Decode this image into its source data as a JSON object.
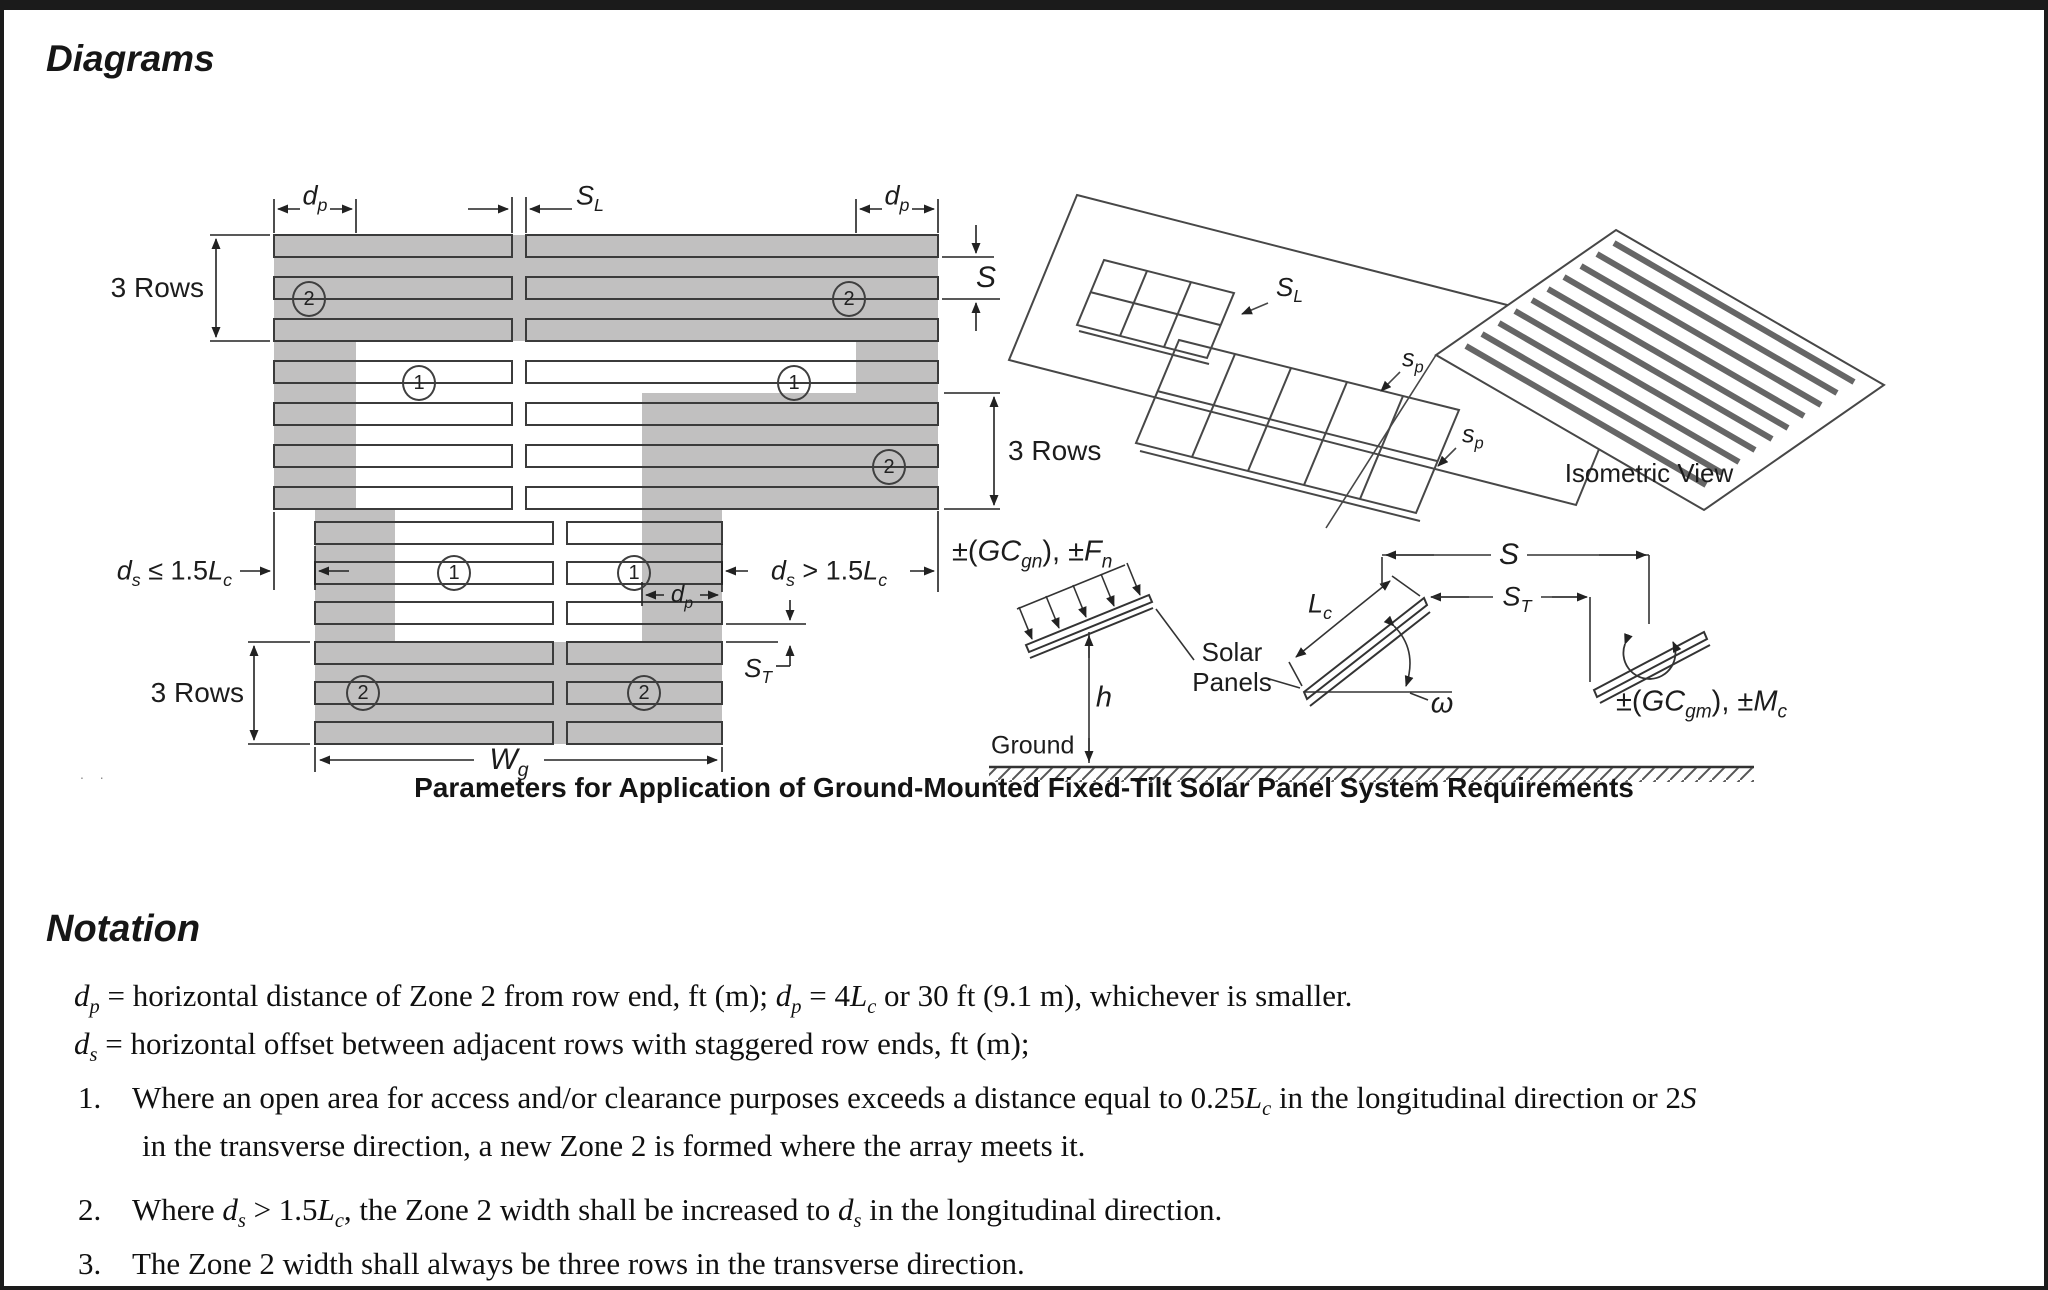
{
  "page": {
    "heading": "Diagrams",
    "notation_heading": "Notation",
    "caption": "Parameters for Application of Ground-Mounted Fixed-Tilt Solar Panel System Requirements",
    "artifact_dots": ". ."
  },
  "symbols": {
    "rows3": "3 Rows",
    "s": "S",
    "h": "h",
    "omega": "ω",
    "zone1": "1",
    "zone2": "2",
    "dp": [
      {
        "t": "d",
        "i": true
      },
      {
        "t": "p",
        "i": true,
        "sub": true
      }
    ],
    "sl": [
      {
        "t": "S",
        "i": true
      },
      {
        "t": "L",
        "i": true,
        "sub": true
      }
    ],
    "sp": [
      {
        "t": "s",
        "i": true
      },
      {
        "t": "p",
        "i": true,
        "sub": true
      }
    ],
    "st": [
      {
        "t": "S",
        "i": true
      },
      {
        "t": "T",
        "i": true,
        "sub": true
      }
    ],
    "wg": [
      {
        "t": "W",
        "i": true
      },
      {
        "t": "g",
        "i": true,
        "sub": true
      }
    ],
    "lc": [
      {
        "t": "L",
        "i": true
      },
      {
        "t": "c",
        "i": true,
        "sub": true
      }
    ],
    "ds_le": [
      {
        "t": "d",
        "i": true
      },
      {
        "t": "s",
        "i": true,
        "sub": true
      },
      {
        "t": " ≤ 1.5"
      },
      {
        "t": "L",
        "i": true
      },
      {
        "t": "c",
        "i": true,
        "sub": true
      }
    ],
    "ds_gt": [
      {
        "t": "d",
        "i": true
      },
      {
        "t": "s",
        "i": true,
        "sub": true
      },
      {
        "t": " > 1.5"
      },
      {
        "t": "L",
        "i": true
      },
      {
        "t": "c",
        "i": true,
        "sub": true
      }
    ],
    "gcgn": [
      {
        "t": "±("
      },
      {
        "t": "GC",
        "i": true
      },
      {
        "t": "gn",
        "i": true,
        "sub": true
      },
      {
        "t": "), ±"
      },
      {
        "t": "F",
        "i": true
      },
      {
        "t": "n",
        "i": true,
        "sub": true
      }
    ],
    "gcgm": [
      {
        "t": "±("
      },
      {
        "t": "GC",
        "i": true
      },
      {
        "t": "gm",
        "i": true,
        "sub": true
      },
      {
        "t": "), ±"
      },
      {
        "t": "M",
        "i": true
      },
      {
        "t": "c",
        "i": true,
        "sub": true
      }
    ]
  },
  "iso": {
    "view_label": "Isometric View"
  },
  "elev": {
    "ground": "Ground",
    "solar": "Solar",
    "panels": "Panels"
  },
  "notation": {
    "line_dp": [
      {
        "t": "d",
        "i": true
      },
      {
        "t": "p",
        "i": true,
        "sub": true
      },
      {
        "t": " = horizontal distance of Zone 2 from row end, ft (m);  "
      },
      {
        "t": "d",
        "i": true
      },
      {
        "t": "p",
        "i": true,
        "sub": true
      },
      {
        "t": " = 4"
      },
      {
        "t": "L",
        "i": true
      },
      {
        "t": "c",
        "i": true,
        "sub": true
      },
      {
        "t": " or 30 ft (9.1 m), whichever is smaller."
      }
    ],
    "line_ds": [
      {
        "t": "d",
        "i": true
      },
      {
        "t": "s",
        "i": true,
        "sub": true
      },
      {
        "t": " = horizontal offset between adjacent rows with staggered row ends, ft (m);"
      }
    ],
    "items": [
      {
        "no": "1.",
        "lines": [
          [
            {
              "t": "Where an open area for access and/or clearance purposes exceeds a distance equal to 0.25"
            },
            {
              "t": "L",
              "i": true
            },
            {
              "t": "c",
              "i": true,
              "sub": true
            },
            {
              "t": " in the longitudinal direction or 2"
            },
            {
              "t": "S",
              "i": true
            }
          ],
          [
            {
              "t": "in the transverse direction, a new Zone 2 is formed where the array meets it."
            }
          ]
        ]
      },
      {
        "no": "2.",
        "lines": [
          [
            {
              "t": "Where "
            },
            {
              "t": "d",
              "i": true
            },
            {
              "t": "s",
              "i": true,
              "sub": true
            },
            {
              "t": " > 1.5"
            },
            {
              "t": "L",
              "i": true
            },
            {
              "t": "c",
              "i": true,
              "sub": true
            },
            {
              "t": ", the Zone 2 width shall be increased to "
            },
            {
              "t": "d",
              "i": true
            },
            {
              "t": "s",
              "i": true,
              "sub": true
            },
            {
              "t": " in the longitudinal direction."
            }
          ]
        ]
      },
      {
        "no": "3.",
        "lines": [
          [
            {
              "t": "The Zone 2 width shall always be three rows in the transverse direction."
            }
          ]
        ]
      }
    ]
  }
}
